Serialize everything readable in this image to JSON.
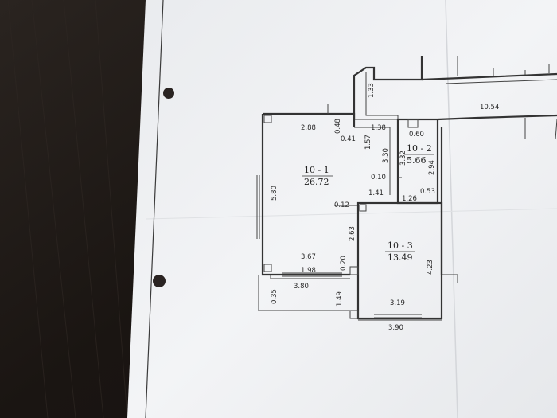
{
  "rooms": [
    {
      "id": "10 - 1",
      "area": "26.72"
    },
    {
      "id": "10 - 2",
      "area": "5.66"
    },
    {
      "id": "10 - 3",
      "area": "13.49"
    }
  ],
  "dimensions": {
    "d1033": "1.33",
    "d1054": "10.54",
    "d288": "2.88",
    "d048": "0.48",
    "d041": "0.41",
    "d138": "1.38",
    "d157": "1.57",
    "d330": "3.30",
    "d060": "0.60",
    "d332": "3.32",
    "d294": "2.94",
    "d010": "0.10",
    "d141": "1.41",
    "d126": "1.26",
    "d053": "0.53",
    "d580": "5.80",
    "d012": "0.12",
    "d263": "2.63",
    "d423": "4.23",
    "d367": "3.67",
    "d020": "0.20",
    "d198": "1.98",
    "d380": "3.80",
    "d035": "0.35",
    "d149": "1.49",
    "d319": "3.19",
    "d390": "3.90"
  },
  "colors": {
    "background": "#1f1a17",
    "paper": "#f1f2f4",
    "ink": "#2a2a2a"
  }
}
